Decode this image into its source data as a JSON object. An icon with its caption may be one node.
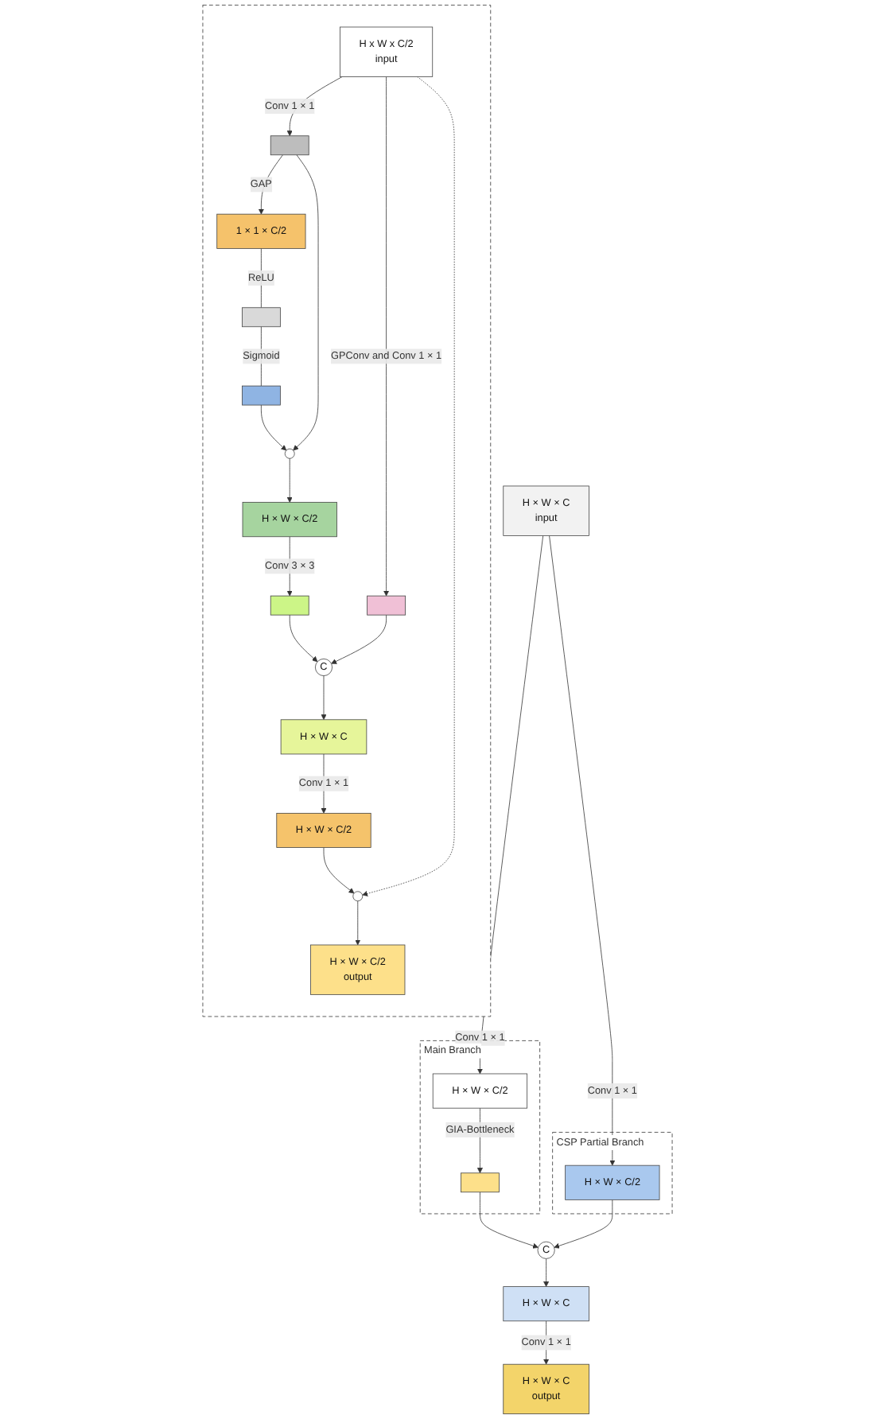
{
  "diagram": {
    "nodes": [
      {
        "text": [],
        "shape": "box"
      },
      {
        "text": [
          "H x W x C/2",
          "input"
        ],
        "in": 0
      },
      {
        "text": [],
        "shape": "box",
        "in": 0
      },
      {
        "text": [],
        "shape": "box",
        "in": 0
      },
      {
        "text": [
          "1 × 1 × C/2"
        ],
        "in": 0
      },
      {
        "text": [],
        "shape": "bar",
        "in": 0
      },
      {
        "text": [],
        "shape": "bar",
        "in": 0
      },
      {
        "text": [],
        "shape": "circle",
        "in": 0
      },
      {
        "text": [
          "H × W × C/2"
        ],
        "in": 0
      },
      {
        "text": [],
        "shape": "box",
        "in": 0
      },
      {
        "text": [
          "C"
        ],
        "in": 0
      },
      {
        "text": [
          "H × W × C"
        ],
        "in": 0
      },
      {
        "text": [
          "H × W × C/2"
        ],
        "in": 0
      },
      {
        "text": [],
        "shape": "circle",
        "in": 0
      },
      {
        "text": [
          "H × W × C/2",
          "output"
        ],
        "in": 0
      },
      {
        "text": [
          "H × W × C",
          "input"
        ]
      },
      {
        "text": [
          "Main Branch"
        ]
      },
      {
        "text": [
          "H × W × C/2"
        ],
        "in": 16
      },
      {
        "text": [],
        "shape": "box",
        "in": 16
      },
      {
        "text": [
          "CSP Partial Branch"
        ]
      },
      {
        "text": [
          "H × W × C/2"
        ],
        "in": 19
      },
      {
        "text": [
          "C"
        ]
      },
      {
        "text": [
          "H × W × C"
        ]
      },
      {
        "text": [
          "H × W × C",
          "output"
        ]
      }
    ],
    "edges": [
      {
        "from": 1,
        "to": 2,
        "arrow": "to",
        "label": "Conv 1 × 1"
      },
      {
        "from": 1,
        "to": 3,
        "arrow": "to",
        "label": "GPConv and Conv 1 × 1"
      },
      {
        "from": 2,
        "to": 4,
        "arrow": "to",
        "label": "GAP"
      },
      {
        "from": 4,
        "to": 5,
        "arrow": "none",
        "label": "ReLU"
      },
      {
        "from": 5,
        "to": 6,
        "arrow": "none",
        "label": "Sigmoid"
      },
      {
        "from": 6,
        "to": 7,
        "arrow": "to"
      },
      {
        "from": 2,
        "to": 7,
        "arrow": "to"
      },
      {
        "from": 7,
        "to": 8,
        "arrow": "to"
      },
      {
        "from": 8,
        "to": 9,
        "arrow": "to",
        "label": "Conv 3 × 3"
      },
      {
        "from": 9,
        "to": 10,
        "arrow": "to"
      },
      {
        "from": 3,
        "to": 10,
        "arrow": "to"
      },
      {
        "from": 10,
        "to": 11,
        "arrow": "to"
      },
      {
        "from": 11,
        "to": 12,
        "arrow": "to",
        "label": "Conv 1 × 1"
      },
      {
        "from": 12,
        "to": 13,
        "arrow": "to"
      },
      {
        "from": 1,
        "to": 13,
        "arrow": "to",
        "style": "dashed"
      },
      {
        "from": 13,
        "to": 14,
        "arrow": "to"
      },
      {
        "from": 15,
        "to": 17,
        "arrow": "to",
        "label": "Conv 1 × 1"
      },
      {
        "from": 15,
        "to": 20,
        "arrow": "to",
        "label": "Conv 1 × 1"
      },
      {
        "from": 17,
        "to": 18,
        "arrow": "to",
        "label": "GIA-Bottleneck"
      },
      {
        "from": 18,
        "to": 21,
        "arrow": "to"
      },
      {
        "from": 20,
        "to": 21,
        "arrow": "to"
      },
      {
        "from": 21,
        "to": 22,
        "arrow": "to"
      },
      {
        "from": 22,
        "to": 23,
        "arrow": "to",
        "label": "Conv 1 × 1"
      }
    ]
  }
}
